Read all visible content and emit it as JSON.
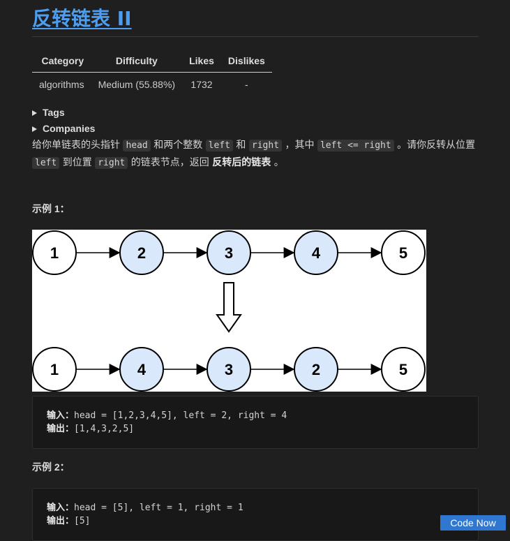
{
  "title": "反转链表 II",
  "table": {
    "headers": [
      "Category",
      "Difficulty",
      "Likes",
      "Dislikes"
    ],
    "row": {
      "category": "algorithms",
      "difficulty": "Medium (55.88%)",
      "likes": "1732",
      "dislikes": "-"
    }
  },
  "summaries": {
    "tags": "Tags",
    "companies": "Companies"
  },
  "description": {
    "p1": "给你单链表的头指针 ",
    "c1": "head",
    "p2": " 和两个整数 ",
    "c2": "left",
    "p3": " 和 ",
    "c3": "right",
    "p4": " ，其中 ",
    "c4": "left <= right",
    "p5": " 。请你反转从位置 ",
    "c5": "left",
    "p6": " 到位置 ",
    "c6": "right",
    "p7": " 的链表节点，返回 ",
    "bold": "反转后的链表",
    "p8": " 。"
  },
  "example1": {
    "label": "示例 1：",
    "figure": {
      "top_row": [
        "1",
        "2",
        "3",
        "4",
        "5"
      ],
      "bottom_row": [
        "1",
        "4",
        "3",
        "2",
        "5"
      ],
      "highlight_fill": "#dae8fc",
      "plain_fill": "#ffffff"
    },
    "input_label": "输入：",
    "input": "head = [1,2,3,4,5], left = 2, right = 4",
    "output_label": "输出：",
    "output": "[1,4,3,2,5]"
  },
  "example2": {
    "label": "示例 2：",
    "input_label": "输入：",
    "input": "head = [5], left = 1, right = 1",
    "output_label": "输出：",
    "output": "[5]"
  },
  "code_now": "Code Now",
  "colors": {
    "background": "#1f1f1f",
    "title": "#4d9df0",
    "button": "#2f77d1"
  }
}
